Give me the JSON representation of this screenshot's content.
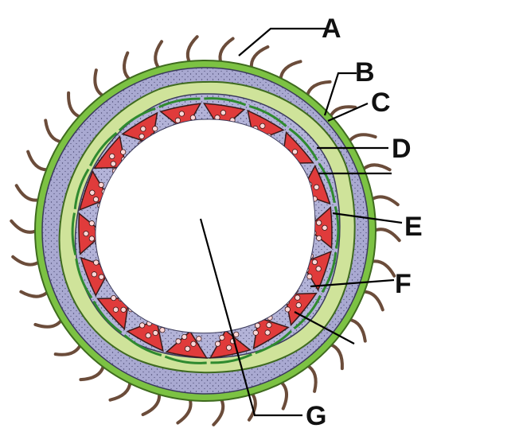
{
  "labels": [
    {
      "key": "A",
      "text": "A"
    },
    {
      "key": "B",
      "text": "B"
    },
    {
      "key": "C",
      "text": "C"
    },
    {
      "key": "D",
      "text": "D"
    },
    {
      "key": "E",
      "text": "E"
    },
    {
      "key": "F",
      "text": "F"
    },
    {
      "key": "G",
      "text": "G"
    }
  ],
  "colors": {
    "epidermis_green": "#7cc243",
    "cortex_blue": "#a9a9d1",
    "parenchyma_green": "#cfe39a",
    "bundle_red": "#e03b3b",
    "hair_brown": "#6b4c3a",
    "lumen": "#ffffff"
  }
}
